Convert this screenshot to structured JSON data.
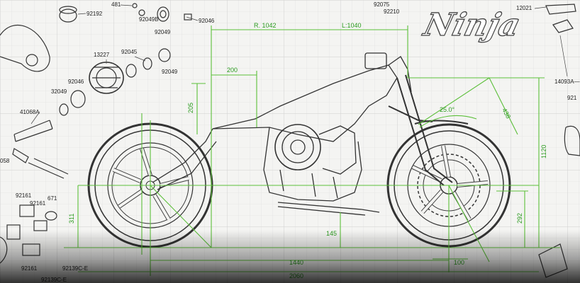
{
  "logo": {
    "text": "Ninja"
  },
  "dimensions": {
    "radius": "R. 1042",
    "length": "L:1040",
    "d200": "200",
    "d205": "205",
    "d1120": "1120",
    "d438": "438",
    "angle": "25.0°",
    "d311": "311",
    "d145": "145",
    "d292": "292",
    "d100": "100",
    "wheelbase": "1440",
    "overall": "2060"
  },
  "parts": {
    "p481": "481",
    "p92192": "92192",
    "p92049B": "92049B",
    "p92049a": "92049",
    "p92046a": "92046",
    "p92075": "92075",
    "p92210": "92210",
    "p12021": "12021",
    "p13227": "13227",
    "p92045": "92045",
    "p92049b": "92049",
    "p92046b": "92046",
    "p32049": "32049",
    "p41068A": "41068A",
    "p058": "058",
    "p92161a": "92161",
    "p92161b": "92161",
    "p671": "671",
    "p92161c": "92161",
    "p92139C": "92139C-E",
    "p92139C2": "92139C-E",
    "p14093A": "14093A—",
    "p921": "921"
  },
  "colors": {
    "dimension_green": "#5cbf3a",
    "ink": "#333333",
    "grid": "#dcdcdc"
  }
}
